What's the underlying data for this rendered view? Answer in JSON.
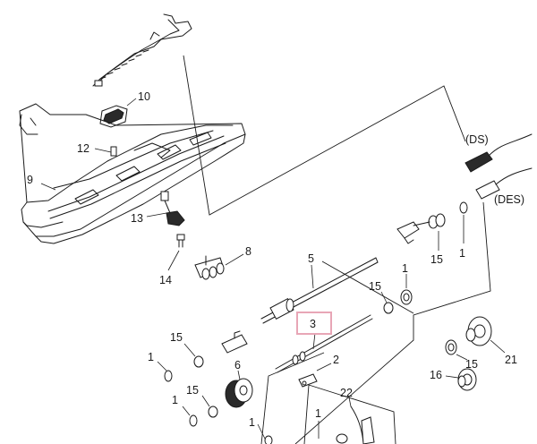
{
  "labels": {
    "p1": "1",
    "p2": "2",
    "p3": "3",
    "p5": "5",
    "p6": "6",
    "p8": "8",
    "p9": "9",
    "p10": "10",
    "p12": "12",
    "p13": "13",
    "p14": "14",
    "p15": "15",
    "p16": "16",
    "p21": "21",
    "p22": "22",
    "ds": "(DS)",
    "des": "(DES)"
  },
  "colors": {
    "highlight": "#e8a6b6",
    "line": "#1a1a1a"
  }
}
